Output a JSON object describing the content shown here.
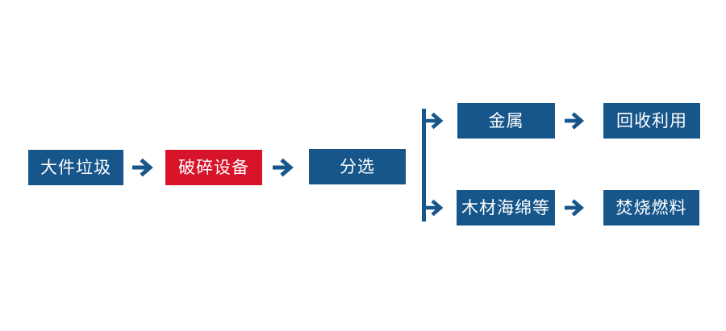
{
  "colors": {
    "background": "#ffffff",
    "box_blue": "#17568a",
    "box_red": "#d8142b",
    "arrow_blue": "#17568a",
    "text_white": "#ffffff"
  },
  "diagram": {
    "type": "flowchart",
    "title": "",
    "nodes": {
      "bulky": {
        "label": "大件垃圾",
        "color": "blue"
      },
      "crush": {
        "label": "破碎设备",
        "color": "red"
      },
      "sort": {
        "label": "分选",
        "color": "blue"
      },
      "metal": {
        "label": "金属",
        "color": "blue"
      },
      "recycle": {
        "label": "回收利用",
        "color": "blue"
      },
      "wood": {
        "label": "木材海绵等",
        "color": "blue"
      },
      "fuel": {
        "label": "焚烧燃料",
        "color": "blue"
      }
    },
    "edges": [
      {
        "from": "大件垃圾",
        "to": "破碎设备"
      },
      {
        "from": "破碎设备",
        "to": "分选"
      },
      {
        "from": "分选",
        "to": "金属"
      },
      {
        "from": "分选",
        "to": "木材海绵等"
      },
      {
        "from": "金属",
        "to": "回收利用"
      },
      {
        "from": "木材海绵等",
        "to": "焚烧燃料"
      }
    ]
  }
}
